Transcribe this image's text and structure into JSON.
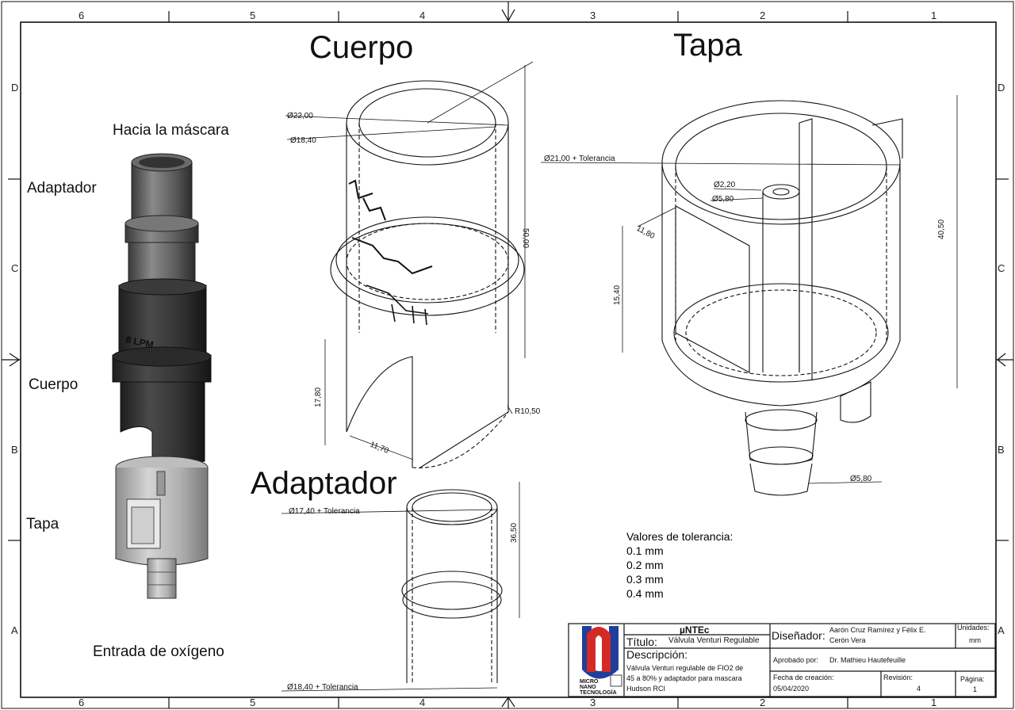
{
  "headings": {
    "cuerpo": "Cuerpo",
    "tapa": "Tapa",
    "adaptador": "Adaptador"
  },
  "side_labels": {
    "hacia": "Hacia la máscara",
    "adaptador": "Adaptador",
    "cuerpo": "Cuerpo",
    "tapa": "Tapa",
    "entrada": "Entrada de oxígeno"
  },
  "zones": {
    "columns": [
      "6",
      "5",
      "4",
      "3",
      "2",
      "1"
    ],
    "rows": [
      "D",
      "C",
      "B",
      "A"
    ]
  },
  "dimensions": {
    "cuerpo_outer": "Ø22,00",
    "cuerpo_inner": "Ø18,40",
    "cuerpo_height": "50,00",
    "cuerpo_slot_height": "17,80",
    "cuerpo_slot_width": "11,70",
    "cuerpo_radius": "R10,50",
    "tapa_diameter": "Ø21,00 + Tolerancia",
    "tapa_pin_inner": "Ø2,20",
    "tapa_pin_outer": "Ø5,80",
    "tapa_window_width": "11,80",
    "tapa_window_height": "15,40",
    "tapa_height": "40,50",
    "tapa_nozzle": "Ø5,80",
    "adapt_top": "Ø17,40 + Tolerancia",
    "adapt_height": "36,50",
    "adapt_bottom": "Ø18,40 + Tolerancia"
  },
  "part_text": {
    "flow": "8 LPM"
  },
  "tolerance": {
    "title": "Valores de tolerancia:",
    "values": [
      "0.1 mm",
      "0.2 mm",
      "0.3 mm",
      "0.4 mm"
    ]
  },
  "title_block": {
    "company": "µNTEc",
    "titulo_label": "Título:",
    "titulo_value": "Válvula Venturi Regulable",
    "descripcion_label": "Descripción:",
    "descripcion_value": [
      "Válvula Venturi regulable de FIO2 de",
      "45 a 80% y adaptador para mascara",
      "Hudson RCI"
    ],
    "disenador_label": "Diseñador:",
    "disenador_value": [
      "Aarón Cruz Ramírez y Félix E.",
      "Cerón Vera"
    ],
    "unidades_label": "Unidades:",
    "unidades_value": "mm",
    "aprobado_label": "Aprobado por:",
    "aprobado_value": "Dr. Mathieu Hautefeuille",
    "fecha_label": "Fecha de creación:",
    "fecha_value": "05/04/2020",
    "revision_label": "Revisión:",
    "revision_value": "4",
    "pagina_label": "Página:",
    "pagina_value": "1",
    "logo_lines": [
      "MICRO",
      "NANO",
      "TECNOLOGÍA"
    ],
    "colors": {
      "logo_blue": "#1f3f9a",
      "logo_red": "#d42a26"
    }
  }
}
